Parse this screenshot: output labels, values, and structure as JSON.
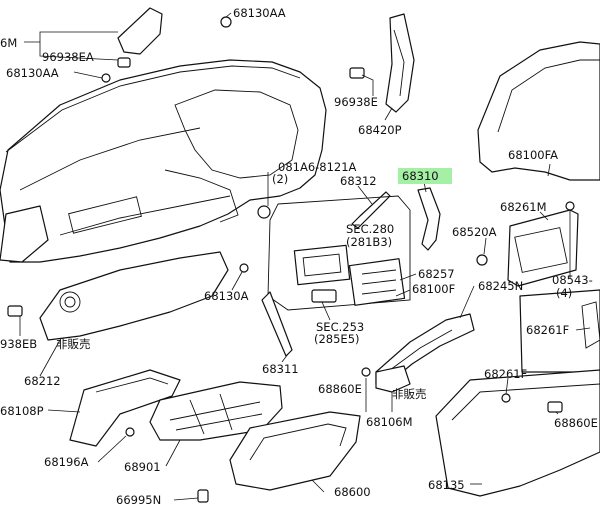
{
  "labels": {
    "l_6m": "6M",
    "l_96938ea": "96938EA",
    "l_68130aa_top": "68130AA",
    "l_68130aa_left": "68130AA",
    "l_96938e": "96938E",
    "l_68420p": "68420P",
    "l_68100fa": "68100FA",
    "l_081a6_8121a": "081A6-8121A",
    "l_081a6_qty": "(2)",
    "l_68312": "68312",
    "l_68310": "68310",
    "l_68261m": "68261M",
    "l_sec280": "SEC.280",
    "l_281b3": "(281B3)",
    "l_68520a": "68520A",
    "l_68257": "68257",
    "l_68100f": "68100F",
    "l_68245n": "68245N",
    "l_08543": "08543-",
    "l_08543_qty": "(4)",
    "l_68130a": "68130A",
    "l_sec253": "SEC.253",
    "l_285e5": "(285E5)",
    "l_68261f_right": "68261F",
    "l_938eb": "938EB",
    "l_hihanbai_left": "非販売",
    "l_68212": "68212",
    "l_68311": "68311",
    "l_68860e_mid": "68860E",
    "l_hihanbai_mid": "非販売",
    "l_68261f_lower": "68261F",
    "l_68108p": "68108P",
    "l_68106m": "68106M",
    "l_68860e_right": "68860E",
    "l_68196a": "68196A",
    "l_68901": "68901",
    "l_68135": "68135",
    "l_68600": "68600",
    "l_66995n": "66995N"
  },
  "highlight_color": "#a6f0a6"
}
